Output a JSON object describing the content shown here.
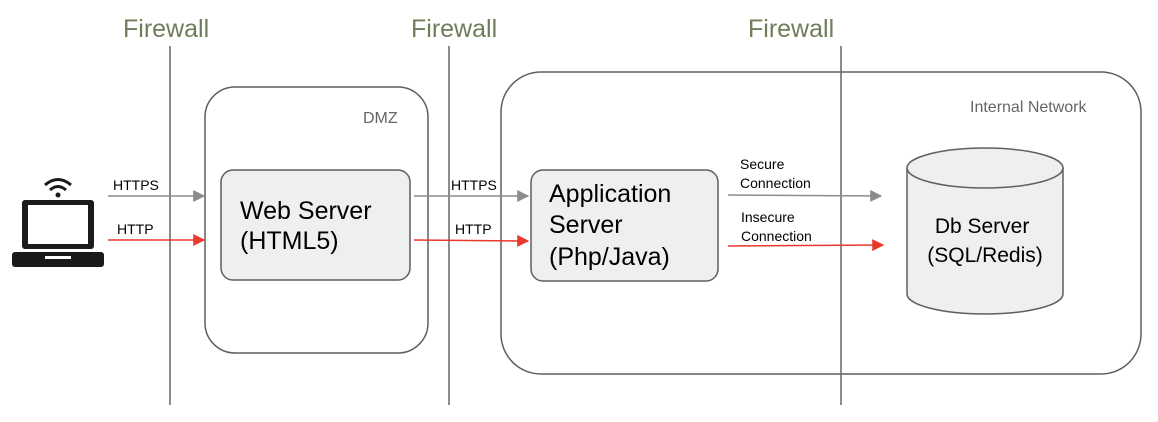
{
  "firewalls": [
    "Firewall",
    "Firewall",
    "Firewall"
  ],
  "zones": {
    "dmz": "DMZ",
    "internal": "Internal Network"
  },
  "client": {
    "icon": "laptop-wifi-icon",
    "https_label": "HTTPS",
    "http_label": "HTTP"
  },
  "web_server": {
    "lines": [
      "Web Server",
      "(HTML5)"
    ]
  },
  "web_to_app": {
    "https_label": "HTTPS",
    "http_label": "HTTP"
  },
  "app_server": {
    "lines": [
      "Application",
      "Server",
      "(Php/Java)"
    ]
  },
  "app_to_db": {
    "secure_lines": [
      "Secure",
      "Connection"
    ],
    "insecure_lines": [
      "Insecure",
      "Connection"
    ]
  },
  "db_server": {
    "icon": "database-cylinder-icon",
    "lines": [
      "Db Server",
      "(SQL/Redis)"
    ]
  },
  "colors": {
    "firewall_text": "#6f7e58",
    "secure_arrow": "#8c8c8c",
    "insecure_arrow": "#e8392b",
    "node_fill": "#efefef",
    "outline": "#5f5f5f"
  }
}
